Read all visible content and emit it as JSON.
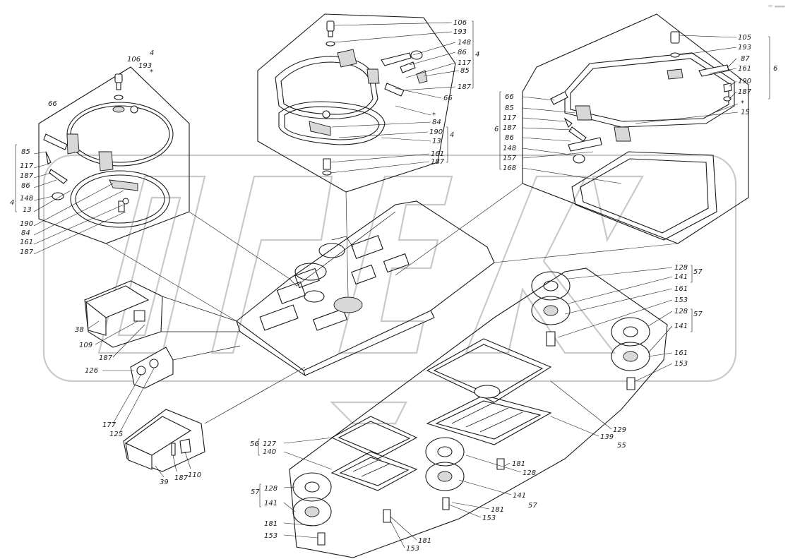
{
  "corner_mark": "ᵃᵖ ═══",
  "detail_top_left": {
    "labels": [
      "106",
      "193",
      "4",
      "*",
      "66",
      "85",
      "117",
      "187",
      "86",
      "148",
      "13",
      "4",
      "190",
      "84",
      "161",
      "187"
    ]
  },
  "detail_top_center": {
    "labels": [
      "106",
      "193",
      "148",
      "86",
      "117",
      "85",
      "187",
      "66",
      "*",
      "84",
      "4",
      "190",
      "13",
      "161",
      "187"
    ],
    "bracket_label": "4"
  },
  "detail_top_right": {
    "labels": [
      "105",
      "193",
      "87",
      "161",
      "190",
      "187",
      "*",
      "15",
      "66",
      "85",
      "117",
      "187",
      "86",
      "148",
      "157",
      "168"
    ],
    "bracket_label_right": "6",
    "bracket_label_left": "6"
  },
  "left_parts": {
    "labels": [
      "38",
      "109",
      "187",
      "126",
      "177",
      "125",
      "39",
      "187",
      "110"
    ]
  },
  "lower_parts": {
    "labels": [
      "128",
      "141",
      "57",
      "161",
      "153",
      "128",
      "141",
      "57",
      "161",
      "153",
      "129",
      "139",
      "55",
      "127",
      "140",
      "56",
      "128",
      "141",
      "57",
      "181",
      "153",
      "181",
      "128",
      "141",
      "57",
      "181",
      "153",
      "181",
      "153"
    ]
  }
}
